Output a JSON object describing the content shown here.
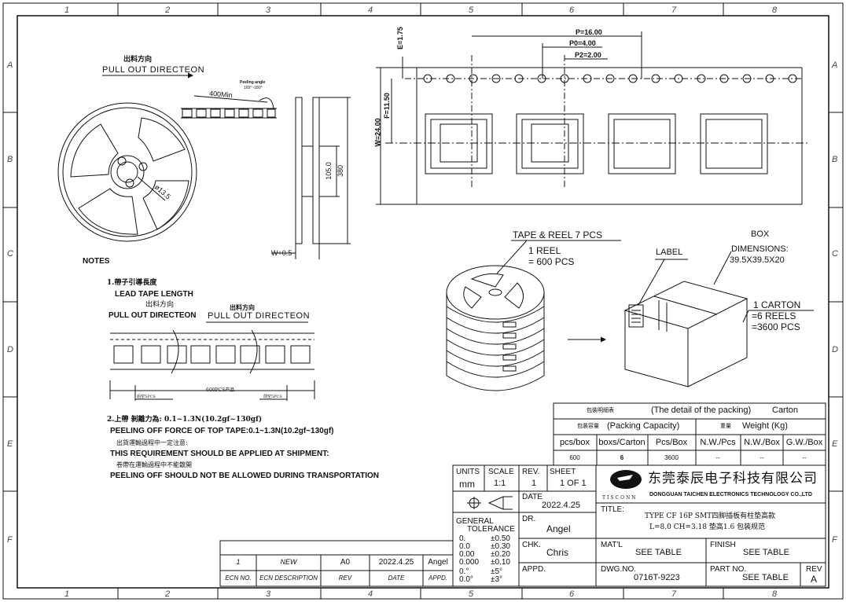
{
  "zones": {
    "columns": [
      "1",
      "2",
      "3",
      "4",
      "5",
      "6",
      "7",
      "8"
    ],
    "rows": [
      "A",
      "B",
      "C",
      "D",
      "E",
      "F"
    ]
  },
  "reel_view": {
    "pull_out_cn": "出料方向",
    "pull_out_en": "PULL OUT DIRECTEON",
    "peeling_angle_label": "Peeling angle",
    "peeling_angle_value": "165°~180°",
    "leader_length": "400Min",
    "hub_diameter": "ø13.5",
    "flange_inner": "105.0",
    "flange_outer": "380",
    "width_label": "W+0.5"
  },
  "tape_dims": {
    "e": "E=1.75",
    "f": "F=11.50",
    "w": "W=24.00",
    "p": "P=16.00",
    "p0": "P0=4.00",
    "p2": "P2=2.00"
  },
  "packing": {
    "tape_reel_title": "TAPE & REEL 7 PCS",
    "reel_line1": "1 REEL",
    "reel_line2": "= 600 PCS",
    "label": "LABEL",
    "box_title": "BOX",
    "dim_title": "DIMENSIONS:",
    "dim_value": "39.5X39.5X20",
    "carton_line1": "1 CARTON",
    "carton_line2": "=6 REELS",
    "carton_line3": "=3600 PCS"
  },
  "notes": {
    "title": "NOTES",
    "n1_cn": "1.帶子引導長度",
    "n1_en": "LEAD TAPE LENGTH",
    "n1_dir_cn": "出料方向",
    "n1_dir_en": "PULL OUT DIRECTEON",
    "n1_dir_cn2": "出料方向",
    "n1_dir_en2": "PULL OUT DIRECTEON",
    "rear_label": "后空5PCS",
    "count_label": "600PCS产品",
    "front_label": "前空5PCS",
    "n2_cn": "2.上帶  剝離力為: 0.1~1.3N(10.2gf~130gf)",
    "n2_en": "PEELING OFF FORCE OF TOP TAPE:0.1~1.3N(10.2gf~130gf)",
    "n3_cn": "出貨運輸過程中一定注意:",
    "n3_en": "THIS REQUIREMENT SHOULD BE APPLIED AT SHIPMENT:",
    "n4_cn": "卷帶在運輸過程中不能散開",
    "n4_en": "PEELING OFF SHOULD NOT BE ALLOWED DURING TRANSPORTATION"
  },
  "packing_table": {
    "detail_cn": "包裝明細表",
    "detail_en": "(The detail of the packing)",
    "detail_value": "Carton",
    "capacity_cn": "包裝容量",
    "capacity_en": "(Packing Capacity)",
    "weight_cn": "重量",
    "weight_en": "Weight (Kg)",
    "headers": [
      "pcs/box",
      "boxs/Carton",
      "Pcs/Box",
      "N.W./Pcs",
      "N.W./Box",
      "G.W./Box"
    ],
    "values": [
      "600",
      "6",
      "3600",
      "--",
      "--",
      "--"
    ]
  },
  "revision": {
    "rev": "1",
    "desc": "NEW",
    "rev_letter": "A0",
    "date": "2022.4.25",
    "approved": "Angel",
    "h_ecn": "ECN NO.",
    "h_desc": "ECN DESCRIPTION",
    "h_rev": "REV",
    "h_date": "DATE",
    "h_appd": "APPD."
  },
  "title_block": {
    "units_label": "UNITS",
    "units": "mm",
    "scale_label": "SCALE",
    "scale": "1:1",
    "rev_label": "REV.",
    "rev": "1",
    "sheet_label": "SHEET",
    "sheet": "1 OF 1",
    "date_label": "DATE",
    "date": "2022.4.25",
    "general_tol": "GENERAL",
    "tolerance": "TOLERANCE",
    "tol_rows": [
      [
        "0.",
        "±0.50"
      ],
      [
        "0.0",
        "±0.30"
      ],
      [
        "0.00",
        "±0.20"
      ],
      [
        "0.000",
        "±0.10"
      ],
      [
        "0.°",
        "±5°"
      ],
      [
        "0.0°",
        "±3°"
      ]
    ],
    "dr_label": "DR.",
    "dr": "Angel",
    "chk_label": "CHK.",
    "chk": "Chris",
    "appd_label": "APPD.",
    "company_cn": "东莞泰辰电子科技有限公司",
    "company_en": "DONGGUAN TAICHEN ELECTRONICS TECHNOLOGY CO.,LTD",
    "logo_text": "TISCONN",
    "title_label": "TITLE:",
    "title_line1": "TYPE CF 16P SMT四脚插板有柱垫高款",
    "title_line2": "L=8.0 CH=3.18 垫高1.6 包装规范",
    "matl_label": "MAT'L",
    "matl": "SEE TABLE",
    "finish_label": "FINISH",
    "finish": "SEE TABLE",
    "dwg_label": "DWG.NO.",
    "dwg": "0716T-9223",
    "part_label": "PART NO.",
    "part": "SEE TABLE",
    "rev2_label": "REV",
    "rev2": "A"
  }
}
